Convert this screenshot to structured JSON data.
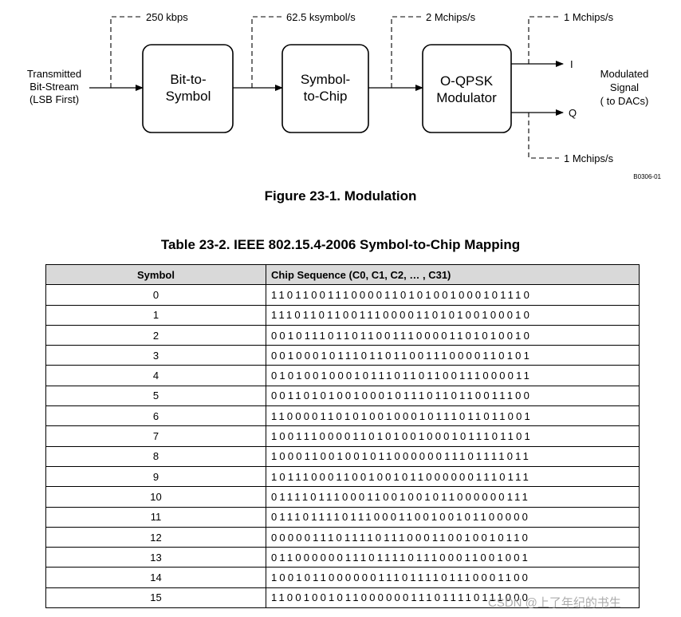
{
  "diagram": {
    "input_label": [
      "Transmitted",
      "Bit-Stream",
      "(LSB First)"
    ],
    "blocks": [
      {
        "lines": [
          "Bit-to-",
          "Symbol"
        ]
      },
      {
        "lines": [
          "Symbol-",
          "to-Chip"
        ]
      },
      {
        "lines": [
          "O-QPSK",
          "Modulator"
        ]
      }
    ],
    "rates": [
      "250 kbps",
      "62.5 ksymbol/s",
      "2 Mchips/s",
      "1 Mchips/s",
      "1 Mchips/s"
    ],
    "outputs": [
      "I",
      "Q"
    ],
    "output_label": [
      "Modulated",
      "Signal",
      "( to DACs)"
    ],
    "figure_id": "B0306-01"
  },
  "figure_caption": "Figure 23-1. Modulation",
  "table_caption": "Table 23-2. IEEE 802.15.4-2006 Symbol-to-Chip Mapping",
  "table": {
    "headers": [
      "Symbol",
      "Chip Sequence (C0, C1, C2, … , C31)"
    ],
    "rows": [
      [
        "0",
        "11011001110000110101001000101110"
      ],
      [
        "1",
        "11101101100111000011010100100010"
      ],
      [
        "2",
        "00101110110110011100001101010010"
      ],
      [
        "3",
        "00100010111011011001110000110101"
      ],
      [
        "4",
        "01010010001011101101100111000011"
      ],
      [
        "5",
        "00110101001000101110110110011100"
      ],
      [
        "6",
        "11000011010100100010111011011001"
      ],
      [
        "7",
        "10011100001101010010001011101101"
      ],
      [
        "8",
        "10001100100101100000011101111011"
      ],
      [
        "9",
        "10111000110010010110000001110111"
      ],
      [
        "10",
        "01111011100011001001011000000111"
      ],
      [
        "11",
        "01110111101110001100100101100000"
      ],
      [
        "12",
        "00000111011110111000110010010110"
      ],
      [
        "13",
        "01100000011101111011100011001001"
      ],
      [
        "14",
        "10010110000001110111101110001100"
      ],
      [
        "15",
        "11001001011000000111011110111000"
      ]
    ]
  },
  "watermark": "CSDN @上了年纪的书生"
}
